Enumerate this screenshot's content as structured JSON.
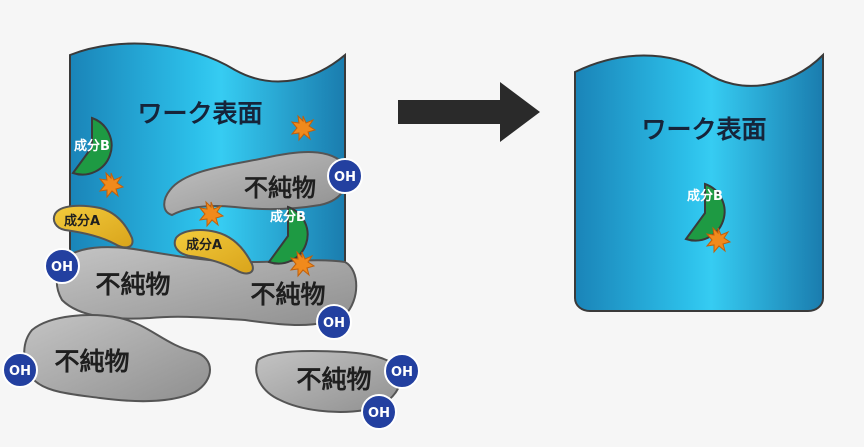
{
  "colors": {
    "background": "#f6f6f6",
    "surface_dark": "#1a8cc0",
    "surface_light": "#2ec4ee",
    "impurity_fill": "#a9a9a9",
    "impurity_stroke": "#555555",
    "component_a_fill": "#e7b82a",
    "component_b_fill": "#1e9a43",
    "oh_fill": "#2340a0",
    "spark_fill": "#f08a1c",
    "arrow": "#2a2a2a"
  },
  "before": {
    "surface_label": "ワーク表面",
    "impurity_label": "不純物",
    "component_a_label": "成分A",
    "component_b_label": "成分B",
    "oh_label": "OH"
  },
  "after": {
    "surface_label": "ワーク表面",
    "component_b_label": "成分B"
  },
  "arrow": {
    "icon": "right-arrow-icon"
  }
}
